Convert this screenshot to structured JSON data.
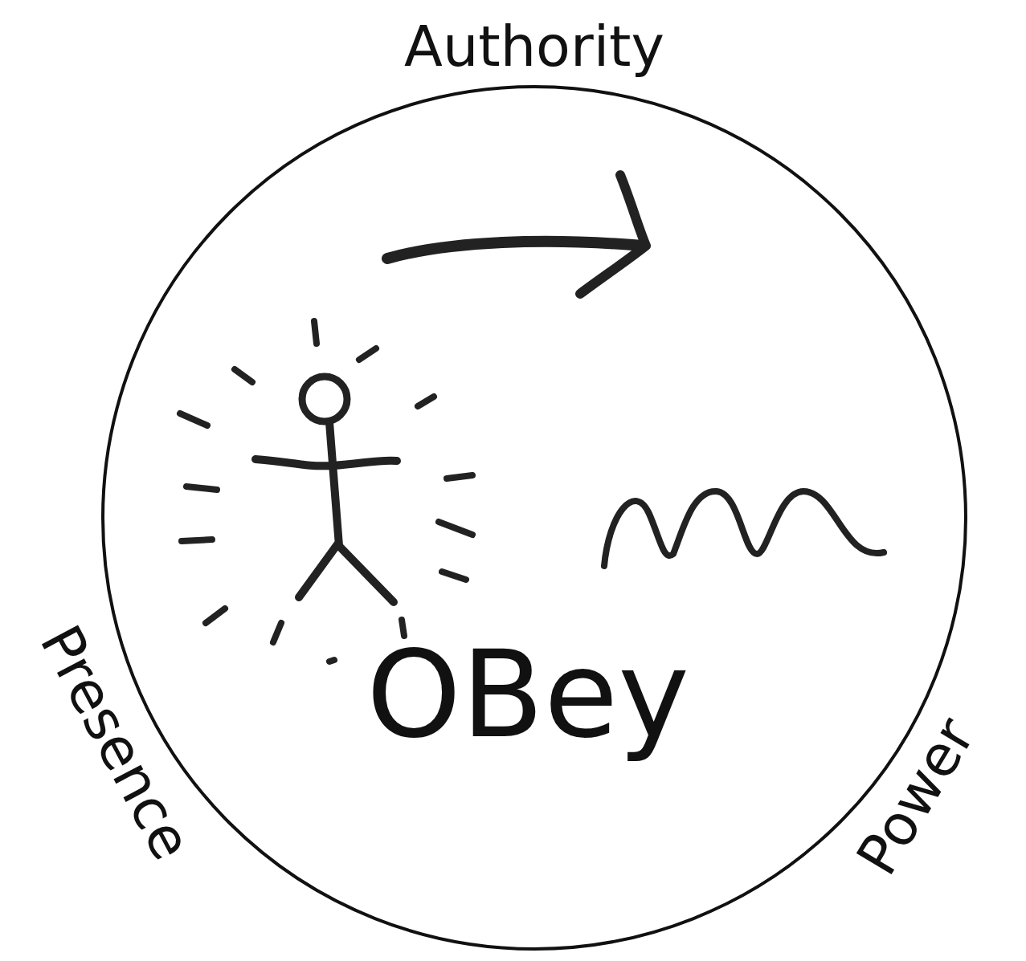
{
  "diagram": {
    "nodes": [
      {
        "text": [
          "OBey"
        ]
      }
    ],
    "labels": [
      "Authority",
      "Presence",
      "Power"
    ]
  }
}
